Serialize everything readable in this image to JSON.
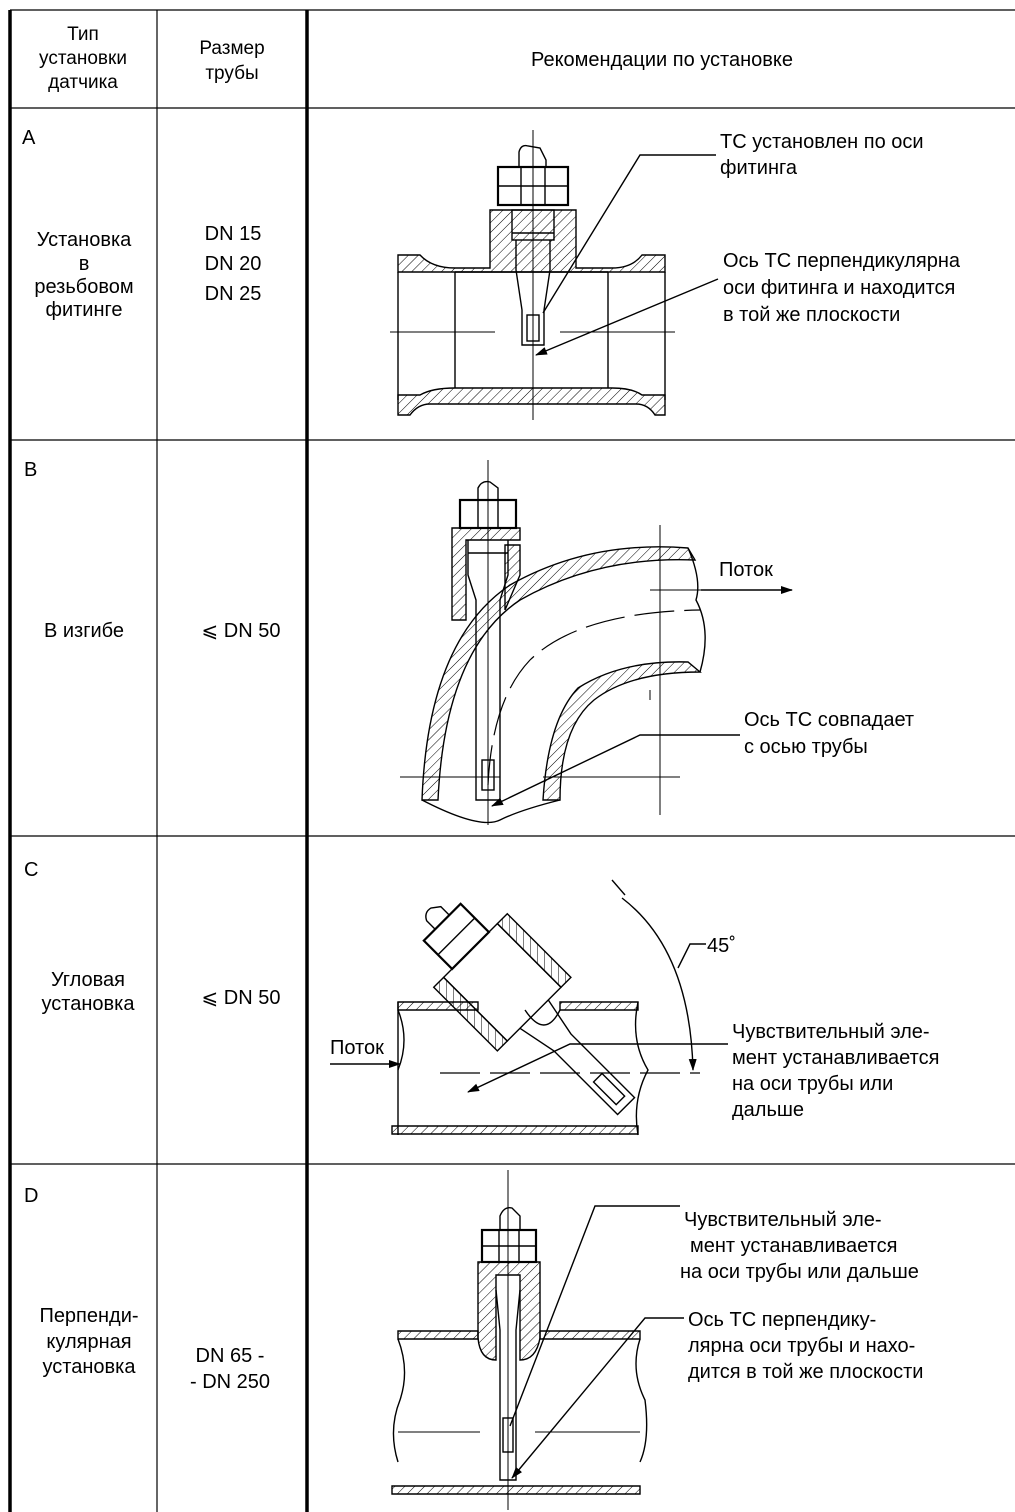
{
  "table": {
    "headers": {
      "type": [
        "Тип",
        "установки",
        "датчика"
      ],
      "size": [
        "Размер",
        "трубы"
      ],
      "recommendations": "Рекомендации по установке"
    },
    "rows": [
      {
        "letter": "A",
        "type_lines": [
          "Установка",
          "в",
          "резьбовом",
          "фитинге"
        ],
        "size_lines": [
          "DN 15",
          "DN 20",
          "DN 25"
        ],
        "notes": [
          [
            "ТС установлен по оси",
            "фитинга"
          ],
          [
            "Ось ТС перпендикулярна",
            "оси фитинга и находится",
            "в той же плоскости"
          ]
        ]
      },
      {
        "letter": "B",
        "type_lines": [
          "В изгибе"
        ],
        "size_lines": [
          "⩽ DN 50"
        ],
        "flow_label": "Поток",
        "notes": [
          [
            "Ось ТС совпадает",
            "с осью трубы"
          ]
        ]
      },
      {
        "letter": "C",
        "type_lines": [
          "Угловая",
          "установка"
        ],
        "size_lines": [
          "⩽ DN 50"
        ],
        "flow_label": "Поток",
        "angle_label": "45˚",
        "notes": [
          [
            "Чувствительный эле-",
            "мент устанавливается",
            "на оси трубы или",
            "дальше"
          ]
        ]
      },
      {
        "letter": "D",
        "type_lines": [
          "Перпенди-",
          "кулярная",
          "установка"
        ],
        "size_lines": [
          "DN 65 -",
          "- DN 250"
        ],
        "notes": [
          [
            "Чувствительный эле-",
            "мент устанавливается",
            "на оси трубы или дальше"
          ],
          [
            "Ось ТС перпендику-",
            "лярна оси трубы и нахо-",
            "дится в той же плоскости"
          ]
        ]
      }
    ]
  }
}
